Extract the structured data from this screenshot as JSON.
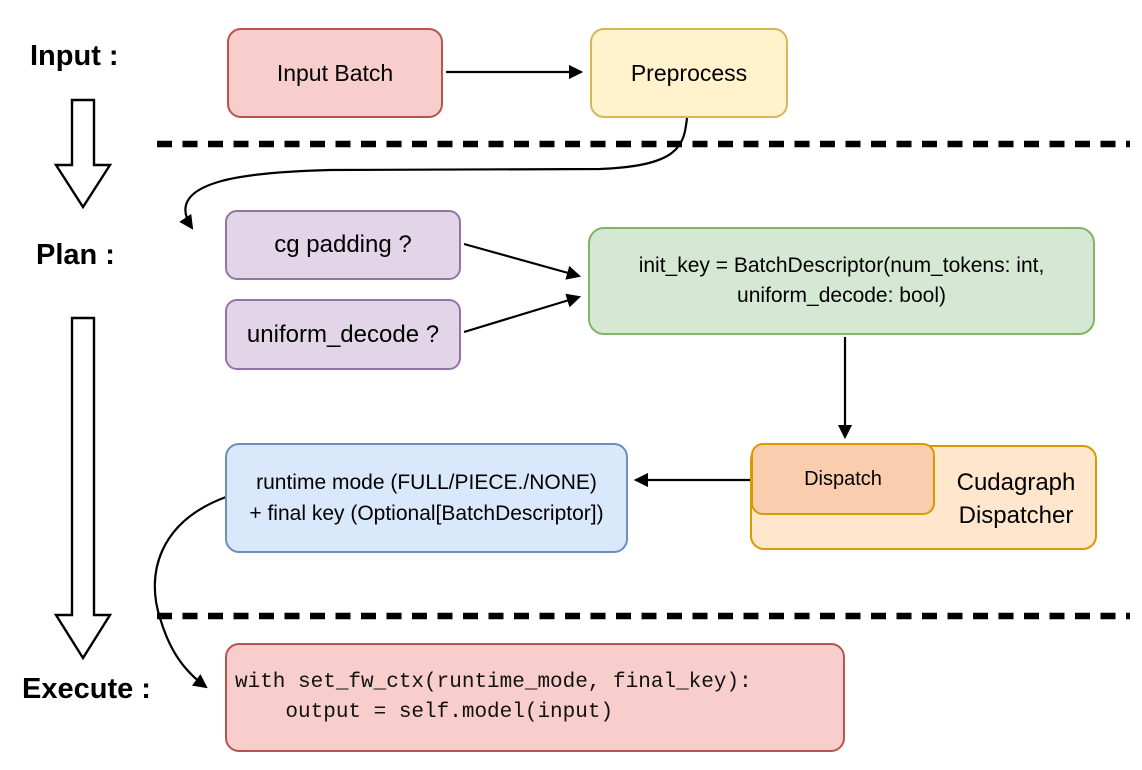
{
  "title": "Cudagraph dispatch flow diagram",
  "colors": {
    "stroke": "#000000",
    "red_fill": "#f8cecc",
    "red_border": "#b85450",
    "yellow_fill": "#fff2cc",
    "yellow_border": "#d6b656",
    "purple_fill": "#e1d5e7",
    "purple_border": "#9673a6",
    "green_fill": "#d5e8d4",
    "green_border": "#82b366",
    "orange_fill": "#ffe6cc",
    "orange_border": "#d79b00",
    "peach_fill": "#f9cdad",
    "blue_fill": "#dae8fc",
    "blue_border": "#6c8ebf"
  },
  "stage_labels": {
    "input": "Input :",
    "plan": "Plan :",
    "execute": "Execute :"
  },
  "nodes": {
    "input_batch": {
      "label": "Input Batch"
    },
    "preprocess": {
      "label": "Preprocess"
    },
    "cg_padding": {
      "label": "cg padding ?"
    },
    "uniform_decode": {
      "label": "uniform_decode ?"
    },
    "init_key": {
      "line1": "init_key = BatchDescriptor(num_tokens: int,",
      "line2": "uniform_decode: bool)"
    },
    "dispatch": {
      "label": "Dispatch"
    },
    "cudagraph_dispatcher": {
      "line1": "Cudagraph",
      "line2": "Dispatcher"
    },
    "runtime_mode": {
      "line1": "runtime mode (FULL/PIECE./NONE)",
      "line2": "+ final key (Optional[BatchDescriptor])"
    },
    "execute_code": {
      "line1": "with set_fw_ctx(runtime_mode, final_key):",
      "line2": "    output = self.model(input)"
    }
  }
}
